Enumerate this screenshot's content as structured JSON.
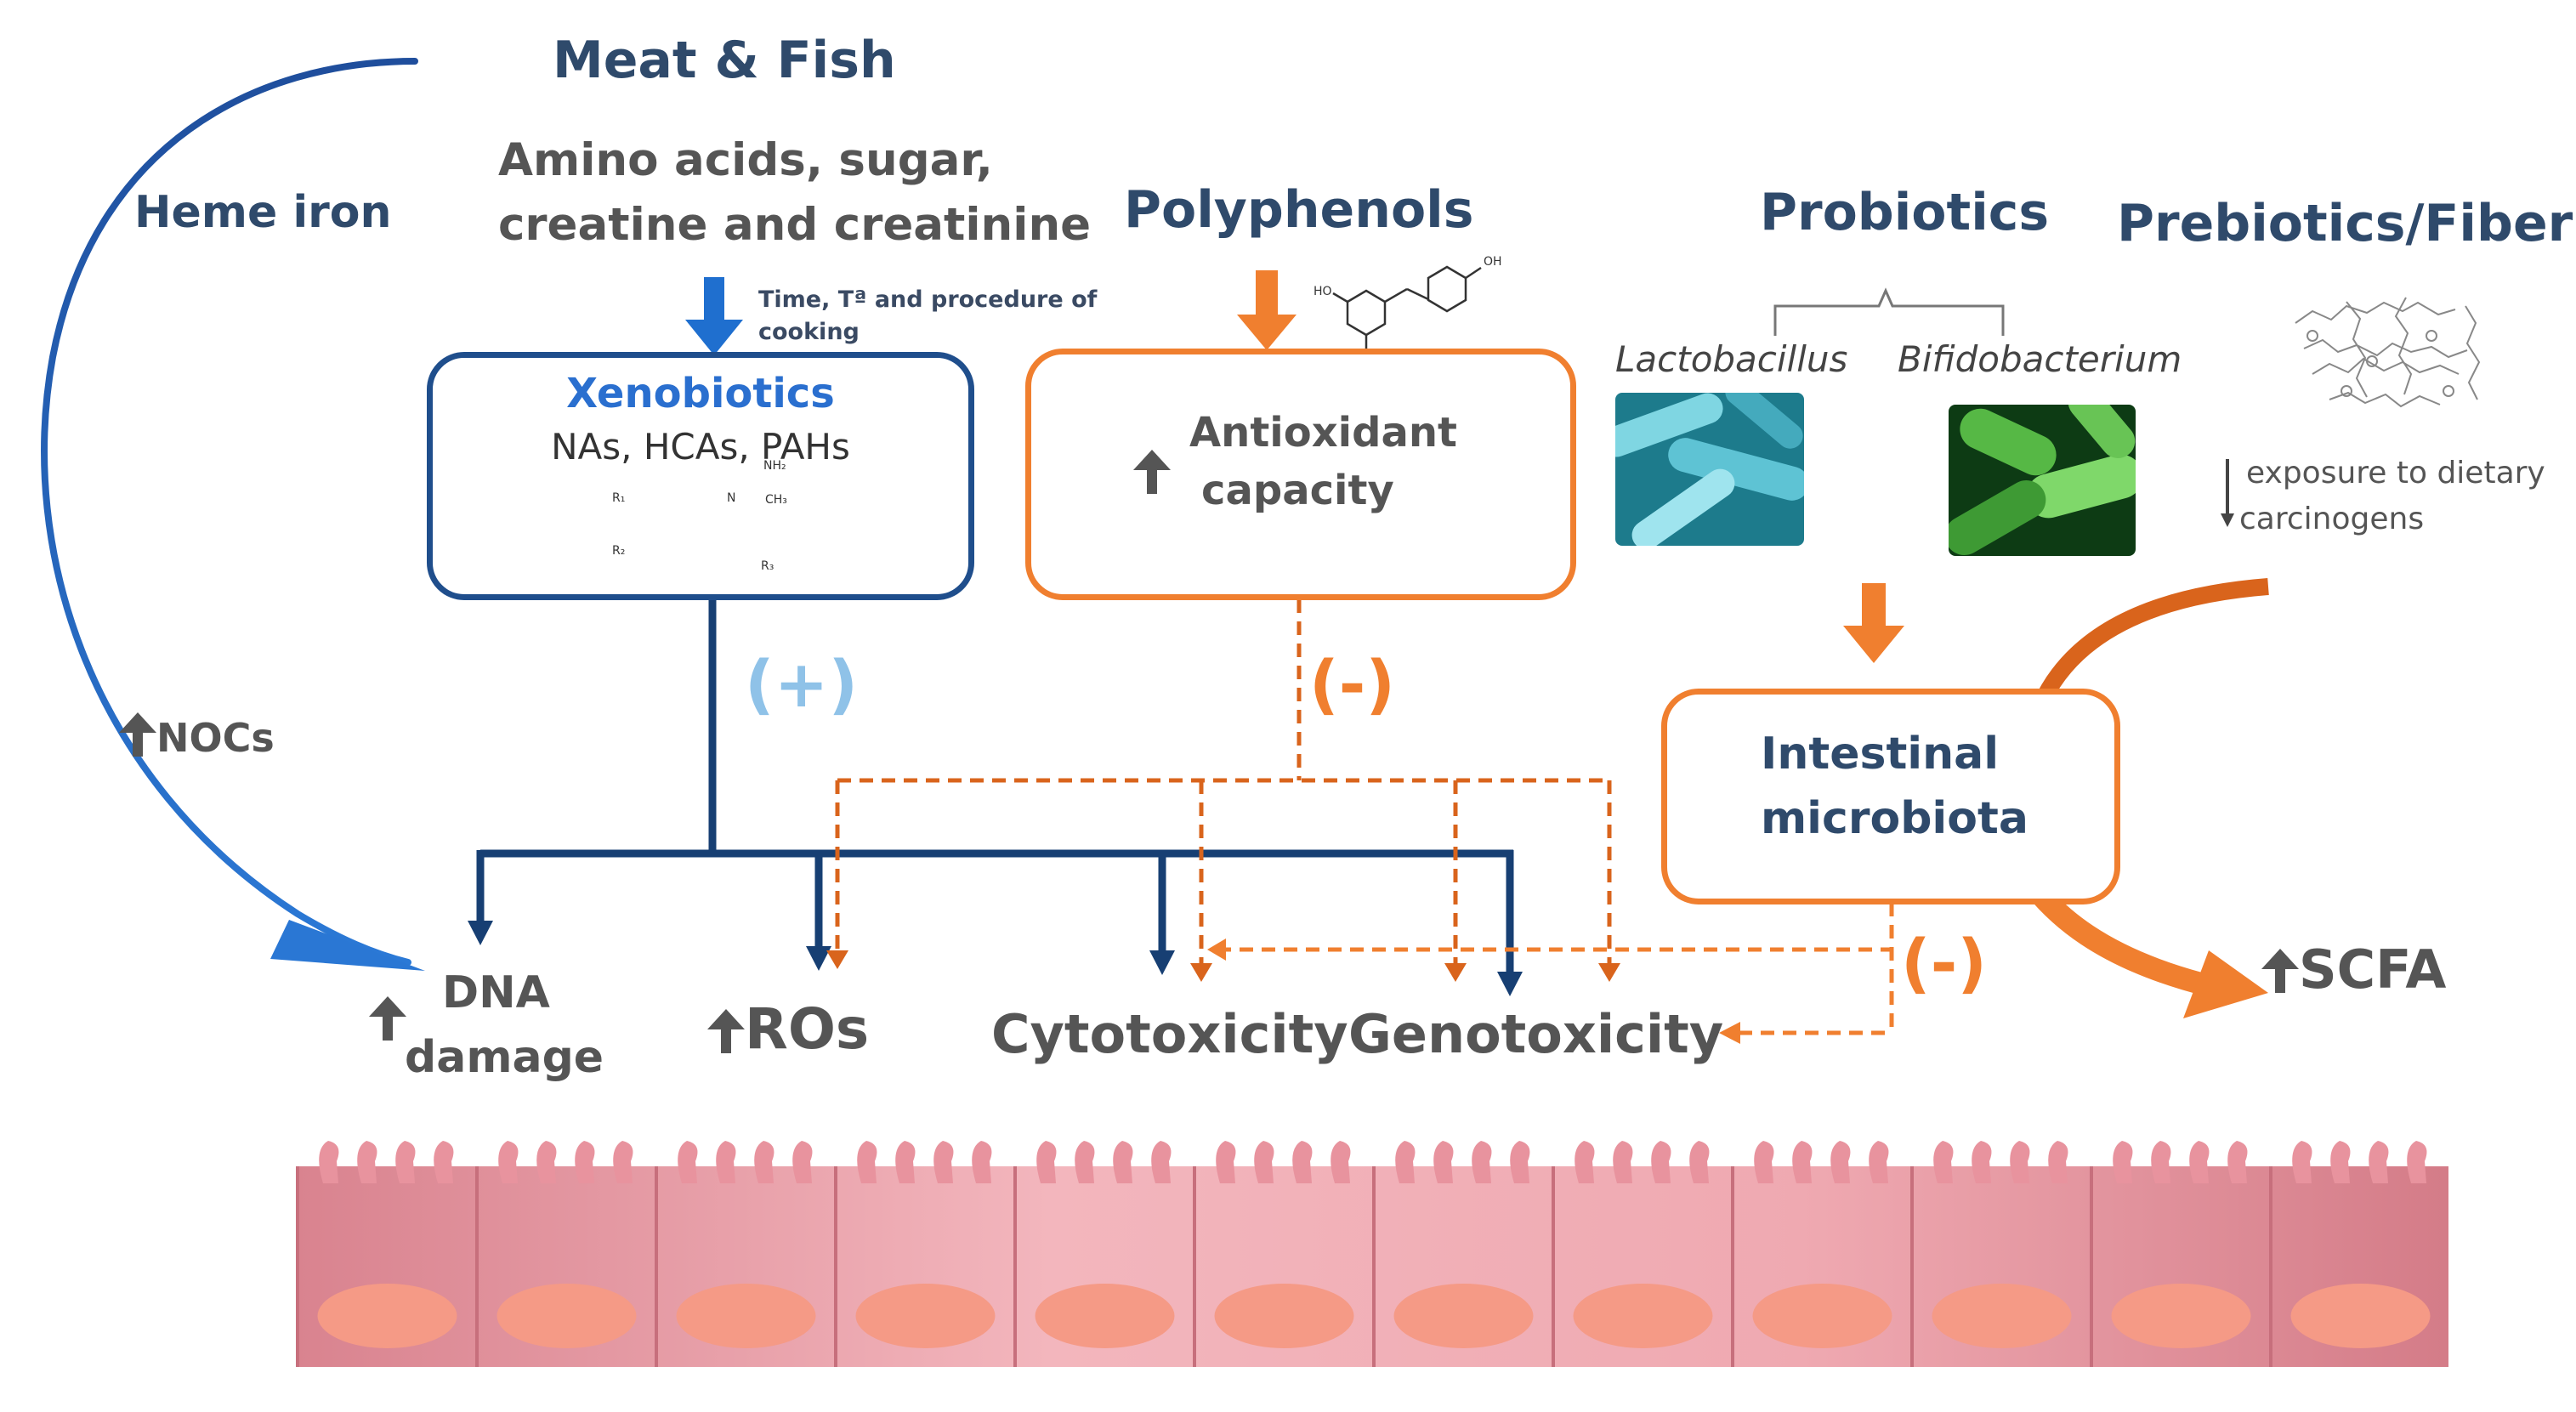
{
  "sources": {
    "meat_fish": "Meat & Fish",
    "amino_line1": "Amino acids, sugar,",
    "amino_line2": "creatine and creatinine",
    "cooking_note_line1": "Time, Tª and procedure of",
    "cooking_note_line2": "cooking",
    "heme_iron": "Heme iron",
    "nocs": "NOCs",
    "polyphenols": "Polyphenols",
    "probiotics": "Probiotics",
    "prebiotics": "Prebiotics/Fiber"
  },
  "boxes": {
    "xenobiotics_title": "Xenobiotics",
    "xenobiotics_sub": "NAs, HCAs, PAHs",
    "antioxidant_line1": "Antioxidant",
    "antioxidant_line2": "capacity",
    "microbiota_line1": "Intestinal",
    "microbiota_line2": "microbiota"
  },
  "chem_labels": {
    "nh2": "NH₂",
    "n": "N",
    "ch3": "CH₃",
    "r1": "R₁",
    "r2": "R₂",
    "r3": "R₃",
    "ho": "HO",
    "oh": "OH"
  },
  "bacteria": {
    "lactobacillus": "Lactobacillus",
    "bifidobacterium": "Bifidobacterium"
  },
  "fiber_note_line1": "exposure to dietary",
  "fiber_note_line2": "carcinogens",
  "signs": {
    "plus": "(+)",
    "minus_polyphenols": "(-)",
    "minus_microbiota": "(-)"
  },
  "outcomes": {
    "dna_line1": "DNA",
    "dna_line2": "damage",
    "ros": "ROs",
    "cytotoxicity": "Cytotoxicity",
    "genotoxicity": "Genotoxicity",
    "scfa": "SCFA"
  },
  "colors": {
    "navy_text": "#2f4a6b",
    "blue_arrow": "#1f6fcf",
    "dark_blue_line": "#173f73",
    "orange": "#f07f2f",
    "dark_orange": "#d9641c",
    "light_blue_sign": "#8fc2e8",
    "epithelium": "#e9a3ab"
  }
}
